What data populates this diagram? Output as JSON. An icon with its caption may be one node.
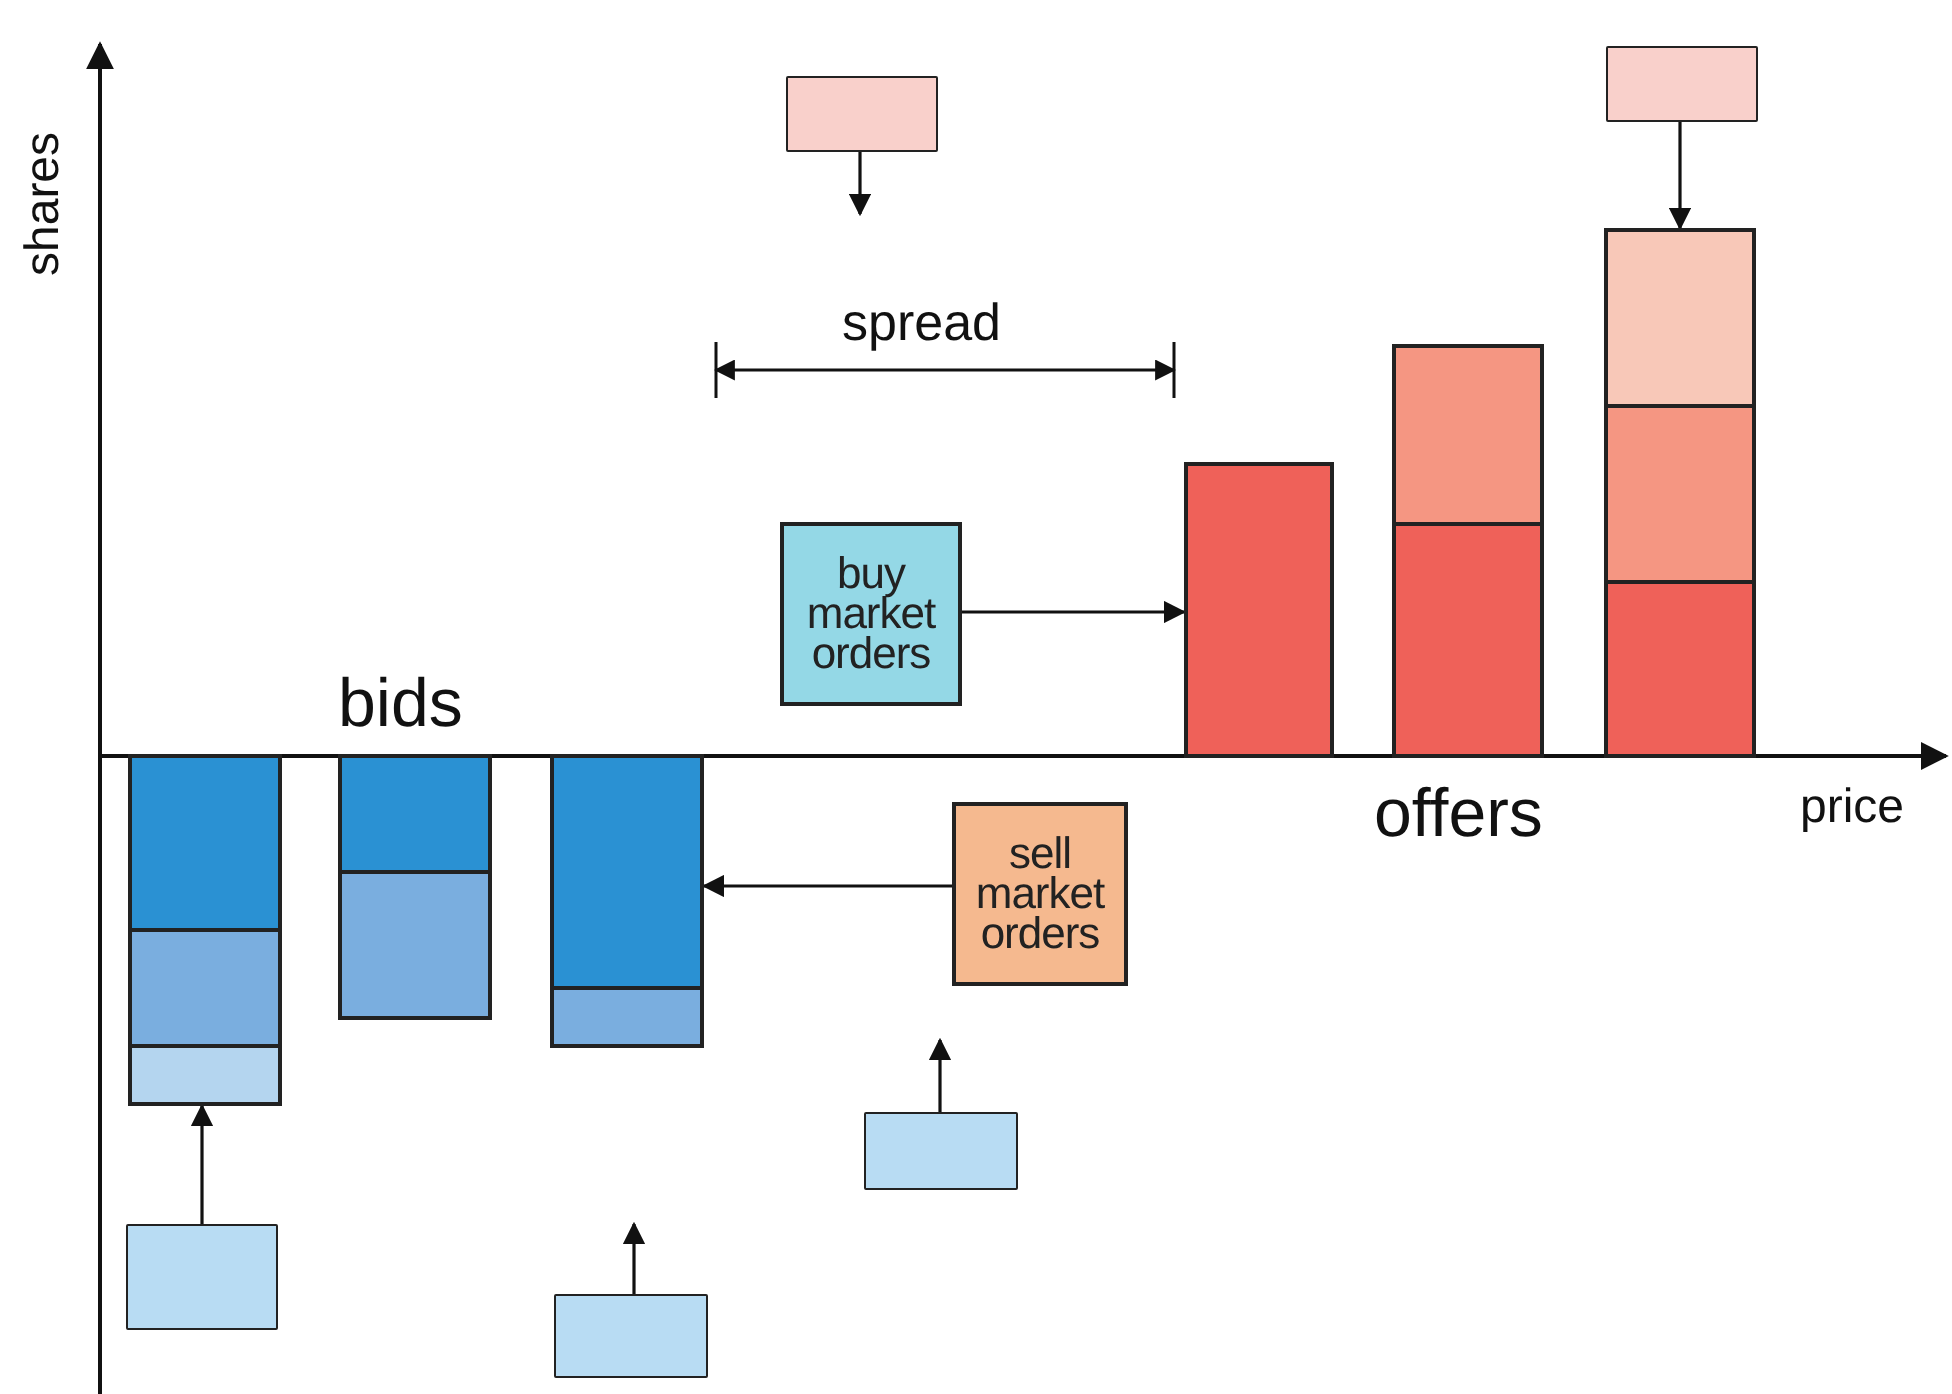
{
  "diagram": {
    "nodes": [
      {
        "text": [],
        "shape": "box"
      },
      {
        "text": [],
        "shape": "box"
      },
      {
        "text": [],
        "shape": "bar"
      },
      {
        "text": [],
        "shape": "bar"
      },
      {
        "text": [],
        "shape": "bar"
      },
      {
        "text": [],
        "shape": "bar"
      },
      {
        "text": [],
        "shape": "bar"
      },
      {
        "text": [],
        "shape": "bar"
      },
      {
        "text": [
          "buy market orders"
        ]
      },
      {
        "text": [
          "sell market orders"
        ]
      },
      {
        "text": [],
        "shape": "bar"
      },
      {
        "text": [],
        "shape": "bar"
      },
      {
        "text": [],
        "shape": "bar"
      },
      {
        "text": [],
        "shape": "bar"
      },
      {
        "text": [],
        "shape": "bar"
      },
      {
        "text": [],
        "shape": "bar"
      },
      {
        "text": [],
        "shape": "bar"
      },
      {
        "text": [],
        "shape": "box"
      },
      {
        "text": [],
        "shape": "box"
      },
      {
        "text": [],
        "shape": "box"
      }
    ],
    "edges": [
      {
        "from": 0,
        "to": null,
        "arrow": "to"
      },
      {
        "from": 1,
        "to": 5,
        "arrow": "to"
      },
      {
        "from": 8,
        "to": 2,
        "arrow": "to"
      },
      {
        "from": 9,
        "to": 15,
        "arrow": "to"
      },
      {
        "from": 17,
        "to": 12,
        "arrow": "to"
      },
      {
        "from": 18,
        "to": null,
        "arrow": "to"
      },
      {
        "from": 19,
        "to": null,
        "arrow": "to"
      }
    ],
    "labels": [
      "shares",
      "spread",
      "bids",
      "price",
      "offers"
    ]
  }
}
